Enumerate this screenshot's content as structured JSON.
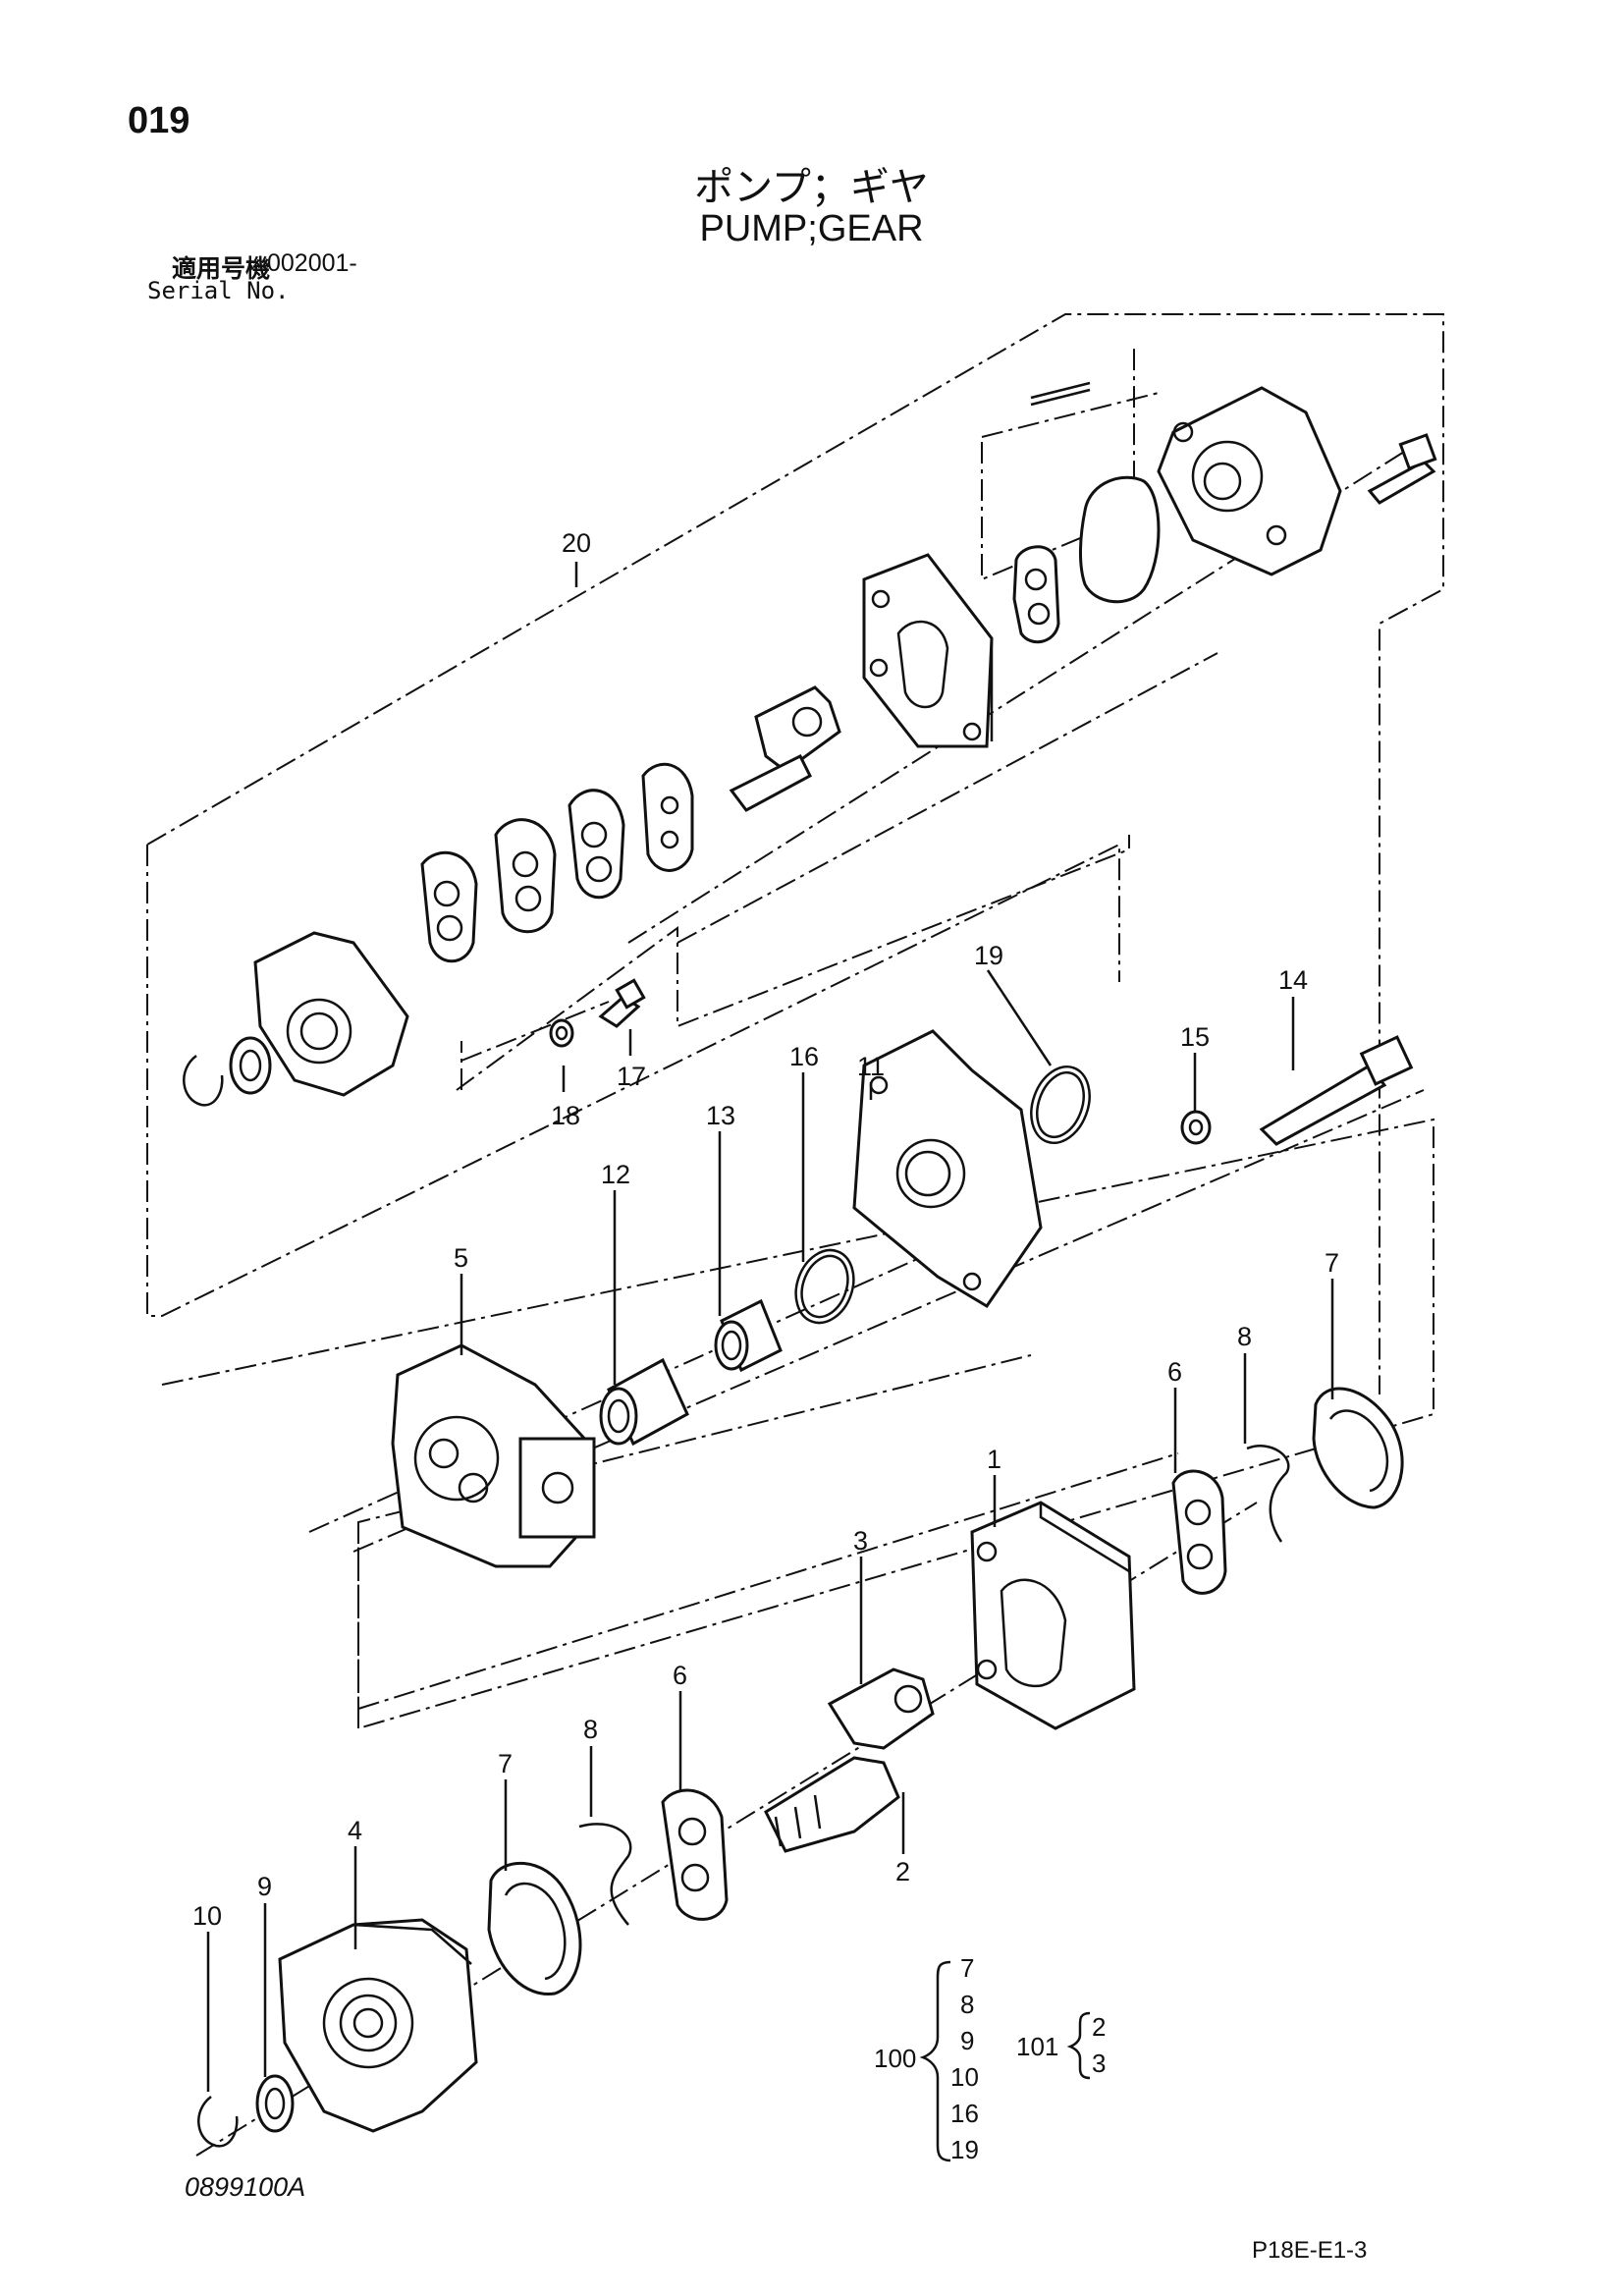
{
  "header": {
    "page_number": "019",
    "title_jp": "ポンプ；ギヤ",
    "title_en": "PUMP;GEAR",
    "serial_label_jp": "適用号機",
    "serial_value": "002001-",
    "serial_label_en": "Serial No."
  },
  "callouts": [
    {
      "id": "c20",
      "label": "20"
    },
    {
      "id": "c18",
      "label": "18"
    },
    {
      "id": "c17",
      "label": "17"
    },
    {
      "id": "c14",
      "label": "14"
    },
    {
      "id": "c15",
      "label": "15"
    },
    {
      "id": "c19a",
      "label": "19"
    },
    {
      "id": "c11",
      "label": "11"
    },
    {
      "id": "c16",
      "label": "16"
    },
    {
      "id": "c13",
      "label": "13"
    },
    {
      "id": "c12",
      "label": "12"
    },
    {
      "id": "c5",
      "label": "5"
    },
    {
      "id": "c7a",
      "label": "7"
    },
    {
      "id": "c8a",
      "label": "8"
    },
    {
      "id": "c6a",
      "label": "6"
    },
    {
      "id": "c1",
      "label": "1"
    },
    {
      "id": "c3",
      "label": "3"
    },
    {
      "id": "c6b",
      "label": "6"
    },
    {
      "id": "c8b",
      "label": "8"
    },
    {
      "id": "c7b",
      "label": "7"
    },
    {
      "id": "c2",
      "label": "2"
    },
    {
      "id": "c4",
      "label": "4"
    },
    {
      "id": "c9",
      "label": "9"
    },
    {
      "id": "c10",
      "label": "10"
    }
  ],
  "kits": {
    "kit100": {
      "label": "100",
      "items": [
        "7",
        "8",
        "9",
        "10",
        "16",
        "19"
      ]
    },
    "kit101": {
      "label": "101",
      "items": [
        "2",
        "3"
      ]
    }
  },
  "footer": {
    "drawing_code": "0899100A",
    "sheet_code": "P18E-E1-3"
  }
}
